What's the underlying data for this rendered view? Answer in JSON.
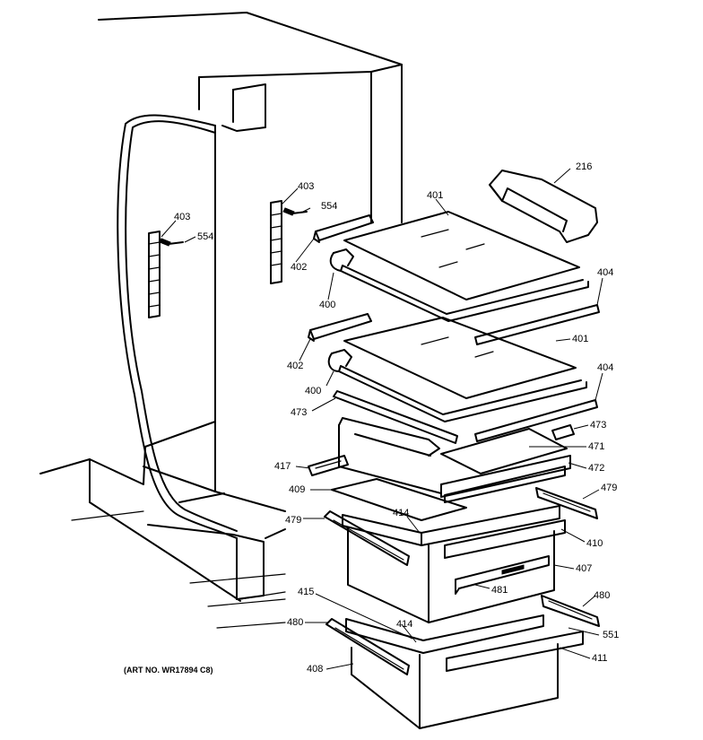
{
  "diagram": {
    "art_number": "(ART NO. WR17894 C8)",
    "callouts": [
      {
        "id": "c216a",
        "label": "216"
      },
      {
        "id": "c401a",
        "label": "401"
      },
      {
        "id": "c403a",
        "label": "403"
      },
      {
        "id": "c554a",
        "label": "554"
      },
      {
        "id": "c403b",
        "label": "403"
      },
      {
        "id": "c554b",
        "label": "554"
      },
      {
        "id": "c402a",
        "label": "402"
      },
      {
        "id": "c400a",
        "label": "400"
      },
      {
        "id": "c404a",
        "label": "404"
      },
      {
        "id": "c401b",
        "label": "401"
      },
      {
        "id": "c402b",
        "label": "402"
      },
      {
        "id": "c404b",
        "label": "404"
      },
      {
        "id": "c400b",
        "label": "400"
      },
      {
        "id": "c473a",
        "label": "473"
      },
      {
        "id": "c473b",
        "label": "473"
      },
      {
        "id": "c471",
        "label": "471"
      },
      {
        "id": "c417",
        "label": "417"
      },
      {
        "id": "c472",
        "label": "472"
      },
      {
        "id": "c409",
        "label": "409"
      },
      {
        "id": "c479a",
        "label": "479"
      },
      {
        "id": "c479b",
        "label": "479"
      },
      {
        "id": "c414a",
        "label": "414"
      },
      {
        "id": "c410",
        "label": "410"
      },
      {
        "id": "c407",
        "label": "407"
      },
      {
        "id": "c481",
        "label": "481"
      },
      {
        "id": "c415",
        "label": "415"
      },
      {
        "id": "c480a",
        "label": "480"
      },
      {
        "id": "c480b",
        "label": "480"
      },
      {
        "id": "c414b",
        "label": "414"
      },
      {
        "id": "c551",
        "label": "551"
      },
      {
        "id": "c408",
        "label": "408"
      },
      {
        "id": "c411",
        "label": "411"
      }
    ]
  }
}
